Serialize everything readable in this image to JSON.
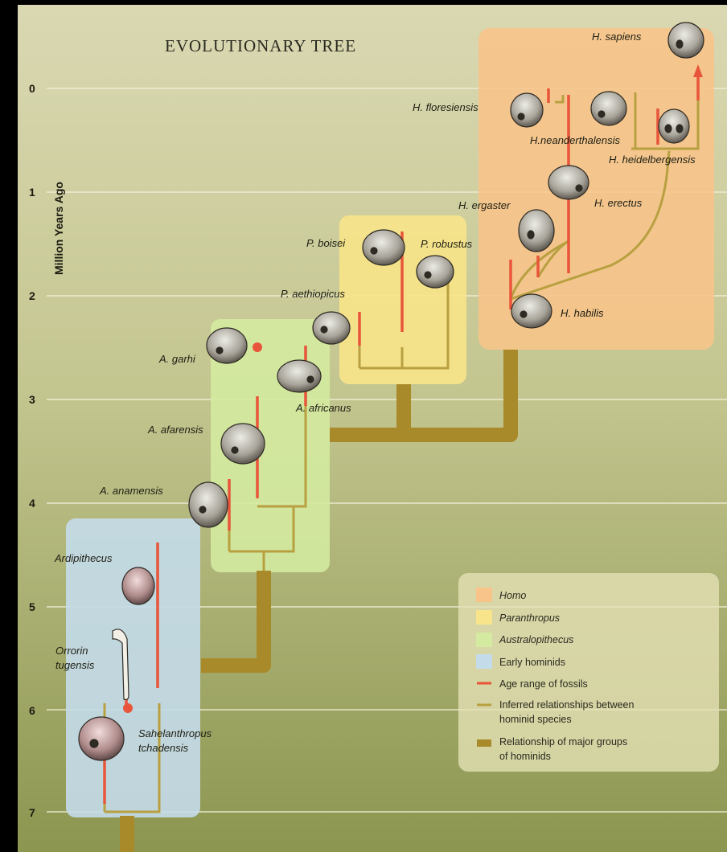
{
  "title": "Evolutionary Tree",
  "axis": {
    "label": "Million Years Ago",
    "ticks": [
      "0",
      "1",
      "2",
      "3",
      "4",
      "5",
      "6",
      "7"
    ]
  },
  "species": {
    "sapiens": "H. sapiens",
    "floresiensis": "H. floresiensis",
    "neanderthalensis": "H.neanderthalensis",
    "heidelbergensis": "H. heidelbergensis",
    "ergaster": "H. ergaster",
    "erectus": "H. erectus",
    "habilis": "H. habilis",
    "boisei": "P. boisei",
    "robustus": "P. robustus",
    "aethiopicus": "P. aethiopicus",
    "garhi": "A. garhi",
    "africanus": "A. africanus",
    "afarensis": "A. afarensis",
    "anamensis": "A. anamensis",
    "ardipithecus": "Ardipithecus",
    "orrorin_1": "Orrorin",
    "orrorin_2": "tugensis",
    "sahelanthropus_1": "Sahelanthropus",
    "sahelanthropus_2": "tchadensis"
  },
  "legend": {
    "homo": "Homo",
    "paranthropus": "Paranthropus",
    "australopithecus": "Australopithecus",
    "early": "Early hominids",
    "age_range": "Age range of fossils",
    "inferred_1": "Inferred relationships between",
    "inferred_2": "hominid species",
    "major_1": "Relationship of major groups",
    "major_2": "of hominids"
  },
  "colors": {
    "homo": "#f8c48a",
    "paranthropus": "#f8e48a",
    "australopithecus": "#d4eaa0",
    "early": "#c4dcea",
    "fossil_range": "#e8553a",
    "inferred": "#b8a040",
    "major_group": "#a88a2a"
  }
}
